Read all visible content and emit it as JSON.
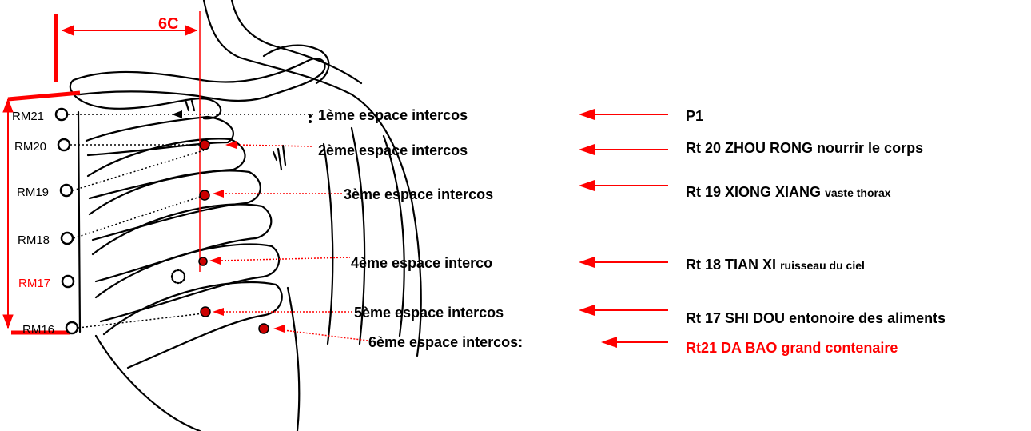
{
  "dimension": {
    "label": "6C"
  },
  "rm_points": [
    {
      "id": "rm21",
      "label": "RM21",
      "color": "#000000"
    },
    {
      "id": "rm20",
      "label": "RM20",
      "color": "#000000"
    },
    {
      "id": "rm19",
      "label": "RM19",
      "color": "#000000"
    },
    {
      "id": "rm18",
      "label": "RM18",
      "color": "#000000"
    },
    {
      "id": "rm17",
      "label": "RM17",
      "color": "#ff0000"
    },
    {
      "id": "rm16",
      "label": "RM16",
      "color": "#000000"
    }
  ],
  "spaces": [
    {
      "id": "space-1",
      "label": "1ème espace intercos"
    },
    {
      "id": "space-2",
      "label": "2ème espace intercos"
    },
    {
      "id": "space-3",
      "label": "3ème espace intercos"
    },
    {
      "id": "space-4",
      "label": "4ème espace interco"
    },
    {
      "id": "space-5",
      "label": "5ème espace intercos"
    },
    {
      "id": "space-6",
      "label": "6ème espace intercos:"
    }
  ],
  "points": [
    {
      "id": "p1",
      "code": "P1",
      "name": "",
      "meaning": "",
      "color": "#000000"
    },
    {
      "id": "rt20",
      "code": "Rt 20",
      "name": "ZHOU RONG",
      "meaning": "nourrir le corps",
      "color": "#000000"
    },
    {
      "id": "rt19",
      "code": "Rt 19",
      "name": "XIONG XIANG",
      "meaning": "vaste thorax",
      "color": "#000000"
    },
    {
      "id": "rt18",
      "code": "Rt 18",
      "name": "TIAN XI",
      "meaning": "ruisseau du ciel",
      "color": "#000000"
    },
    {
      "id": "rt17",
      "code": "Rt 17",
      "name": "SHI DOU",
      "meaning": "entonoire des aliments",
      "color": "#000000"
    },
    {
      "id": "rt21",
      "code": "Rt21",
      "name": " DA BAO",
      "meaning": "grand contenaire",
      "color": "#ff0000"
    }
  ],
  "colors": {
    "accent": "#ff0000",
    "line": "#000000",
    "point_fill": "#cc0000"
  }
}
